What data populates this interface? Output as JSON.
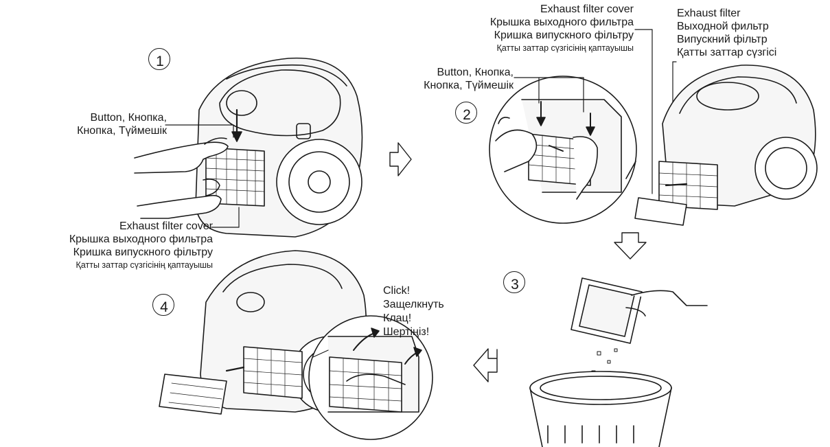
{
  "steps": [
    "1",
    "2",
    "3",
    "4"
  ],
  "step1": {
    "button_label": [
      "Button, Кнопка,",
      "Кнопка, Түймешік"
    ],
    "cover_label": [
      "Exhaust filter cover",
      "Крышка выходного фильтра",
      "Кришка випускного фільтру",
      "Қатты заттар сүзгісінің қаптауышы"
    ]
  },
  "step2": {
    "cover_label": [
      "Exhaust filter cover",
      "Крышка выходного фильтра",
      "Кришка випускного фільтру",
      "Қатты заттар сүзгісінің қаптауышы"
    ],
    "button_label": [
      "Button, Кнопка,",
      "Кнопка, Түймешік"
    ],
    "filter_label": [
      "Exhaust filter",
      "Выходной фильтр",
      "Випускний фільтр",
      "Қатты заттар сүзгісі"
    ]
  },
  "step4": {
    "click_label": [
      "Click!",
      "Защелкнуть",
      "Клац!",
      "Шертіңіз!"
    ]
  },
  "colors": {
    "ink": "#1a1a1a",
    "fill": "#f6f6f6"
  }
}
